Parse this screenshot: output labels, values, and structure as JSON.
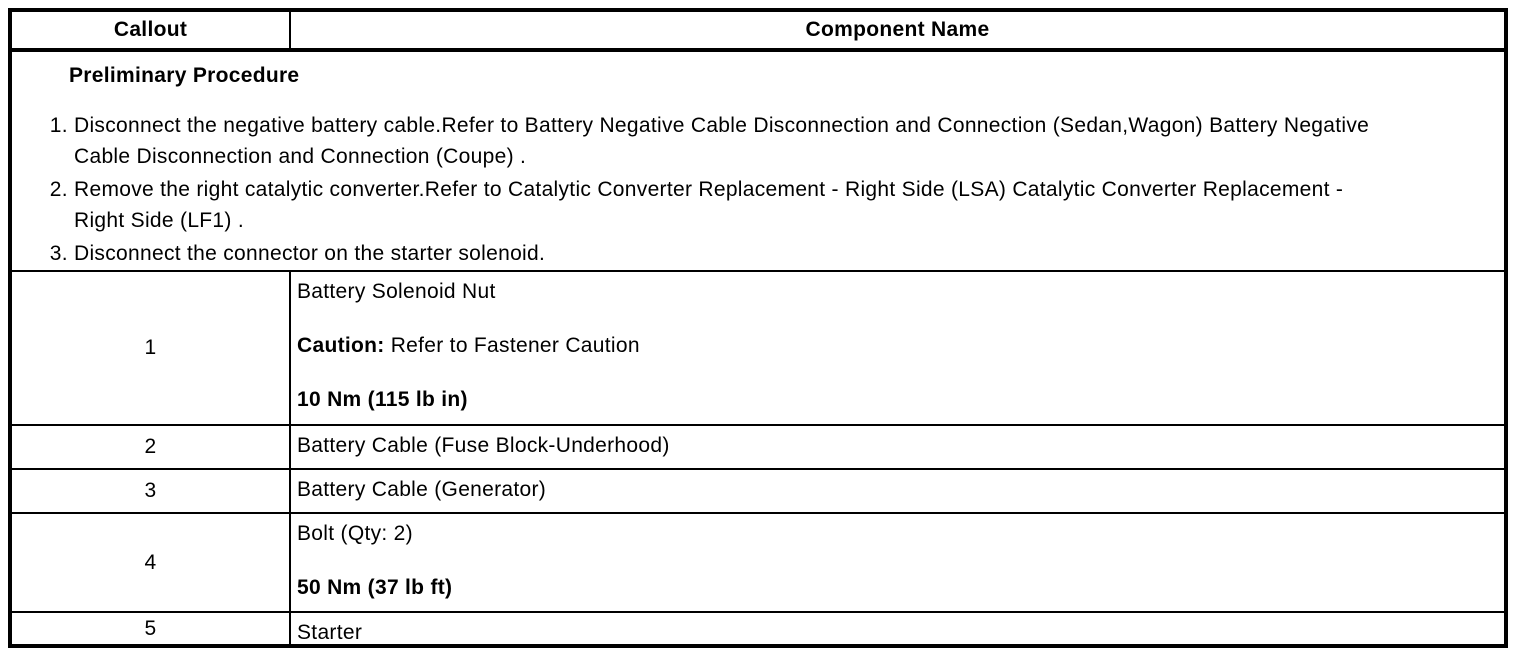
{
  "header": {
    "callout": "Callout",
    "component_name": "Component Name"
  },
  "preliminary": {
    "title": "Preliminary Procedure",
    "steps": [
      "Disconnect the negative battery cable.Refer to Battery Negative Cable Disconnection and Connection (Sedan,Wagon) Battery Negative Cable Disconnection and Connection (Coupe) .",
      "Remove the right catalytic converter.Refer to Catalytic Converter Replacement - Right Side (LSA) Catalytic Converter Replacement - Right Side (LF1) .",
      "Disconnect the connector on the starter solenoid."
    ]
  },
  "rows": [
    {
      "callout": "1",
      "name": "Battery Solenoid Nut",
      "caution_label": "Caution:",
      "caution_text": " Refer to Fastener Caution",
      "torque": "10 Nm (115 lb in)"
    },
    {
      "callout": "2",
      "name": "Battery Cable (Fuse Block-Underhood)"
    },
    {
      "callout": "3",
      "name": "Battery Cable (Generator)"
    },
    {
      "callout": "4",
      "name": "Bolt (Qty: 2)",
      "torque": "50 Nm (37 lb ft)"
    },
    {
      "callout": "5",
      "name": "Starter"
    }
  ],
  "colors": {
    "border": "#000000",
    "text": "#000000",
    "background": "#ffffff"
  }
}
